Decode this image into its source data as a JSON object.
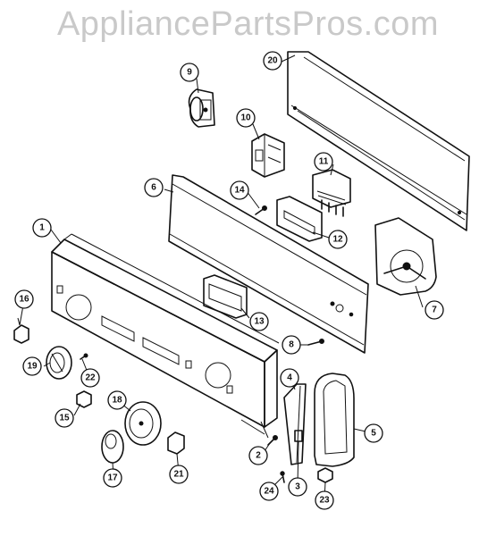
{
  "watermark": "AppliancePartsPros.com",
  "callouts": [
    {
      "id": "1",
      "label": "1"
    },
    {
      "id": "2",
      "label": "2"
    },
    {
      "id": "3",
      "label": "3"
    },
    {
      "id": "4",
      "label": "4"
    },
    {
      "id": "5",
      "label": "5"
    },
    {
      "id": "6",
      "label": "6"
    },
    {
      "id": "7",
      "label": "7"
    },
    {
      "id": "8",
      "label": "8"
    },
    {
      "id": "9",
      "label": "9"
    },
    {
      "id": "10",
      "label": "10"
    },
    {
      "id": "11",
      "label": "11"
    },
    {
      "id": "12",
      "label": "12"
    },
    {
      "id": "13",
      "label": "13"
    },
    {
      "id": "14",
      "label": "14"
    },
    {
      "id": "15",
      "label": "15"
    },
    {
      "id": "16",
      "label": "16"
    },
    {
      "id": "17",
      "label": "17"
    },
    {
      "id": "18",
      "label": "18"
    },
    {
      "id": "19",
      "label": "19"
    },
    {
      "id": "20",
      "label": "20"
    },
    {
      "id": "21",
      "label": "21"
    },
    {
      "id": "22",
      "label": "22"
    },
    {
      "id": "23",
      "label": "23"
    },
    {
      "id": "24",
      "label": "24"
    }
  ]
}
